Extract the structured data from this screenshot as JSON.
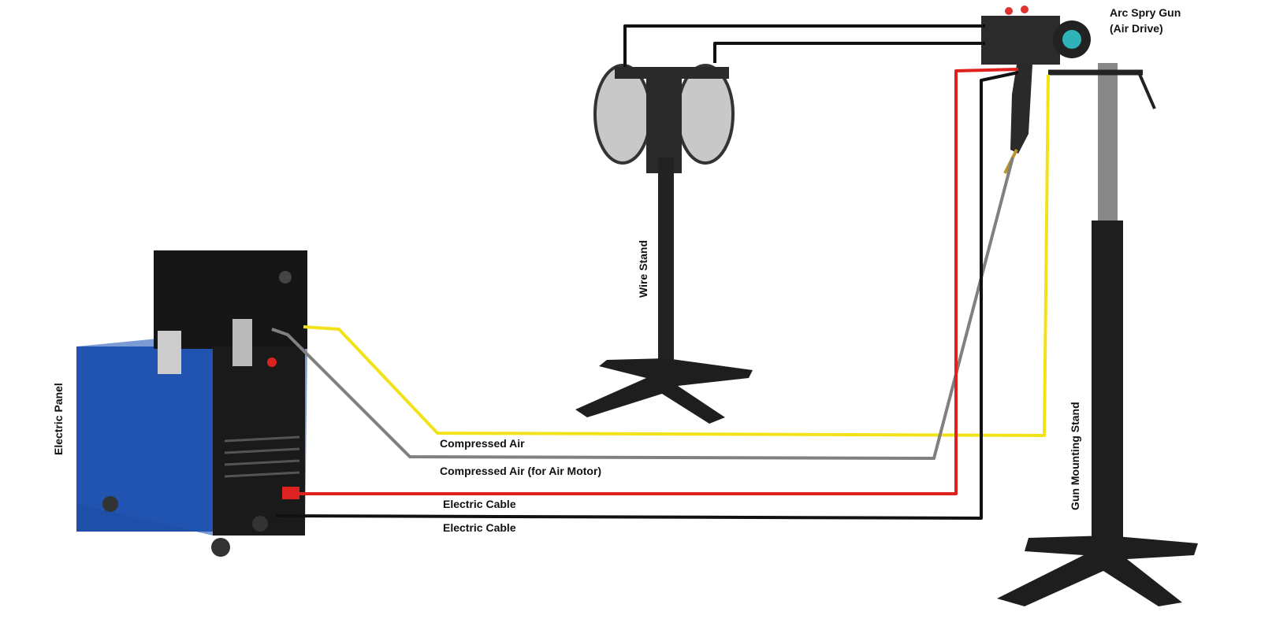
{
  "labels": {
    "gun": "Arc Spry Gun",
    "gun_sub": "(Air Drive)",
    "wire_stand": "Wire Stand",
    "electric_panel": "Electric Panel",
    "gun_mounting_stand": "Gun Mounting Stand",
    "compressed_air": "Compressed Air",
    "compressed_air_motor": "Compressed Air (for Air Motor)",
    "electric_cable_1": "Electric Cable",
    "electric_cable_2": "Electric Cable"
  },
  "colors": {
    "compressed_air": "#f2e21a",
    "compressed_air_motor": "#808080",
    "electric_cable_red": "#e0201c",
    "electric_cable_black": "#111111",
    "panel_blue": "#1f4fa8"
  }
}
